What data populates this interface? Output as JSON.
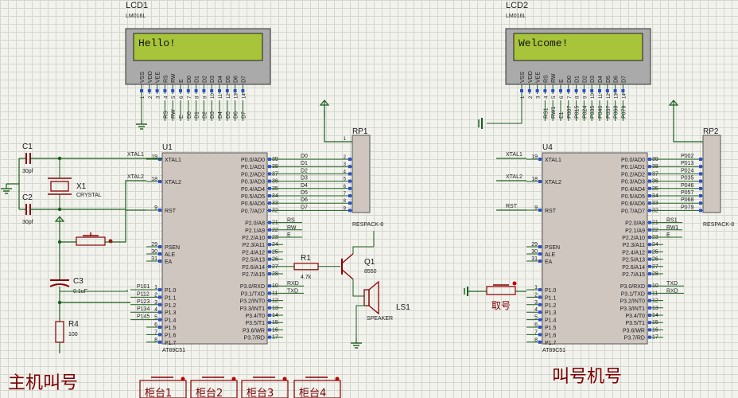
{
  "lcd1": {
    "ref": "LCD1",
    "model": "LM016L",
    "text": "Hello!",
    "pins": [
      "VSS",
      "VDD",
      "VEE",
      "RS",
      "RW",
      "E",
      "D0",
      "D1",
      "D2",
      "D3",
      "D4",
      "D5",
      "D6",
      "D7"
    ],
    "net_labels": [
      "RS",
      "RW",
      "E",
      "D0",
      "D1",
      "D2",
      "D3",
      "D4",
      "D5",
      "D6",
      "D7"
    ]
  },
  "lcd2": {
    "ref": "LCD2",
    "model": "LM016L",
    "text": "Welcome!",
    "pins": [
      "VSS",
      "VDD",
      "VEE",
      "RS",
      "RW",
      "E",
      "D0",
      "D1",
      "D2",
      "D3",
      "D4",
      "D5",
      "D6",
      "D7"
    ],
    "net_labels": [
      "RS1",
      "RW1",
      "E1",
      "P007",
      "P015",
      "P024",
      "P035",
      "P046",
      "P057",
      "P068",
      "P079"
    ]
  },
  "u1": {
    "ref": "U1",
    "part": "AT89C51",
    "left_pins": [
      {
        "num": "19",
        "name": "XTAL1"
      },
      {
        "num": "18",
        "name": "XTAL2"
      },
      {
        "num": "9",
        "name": "RST"
      },
      {
        "num": "29",
        "name": "PSEN"
      },
      {
        "num": "30",
        "name": "ALE"
      },
      {
        "num": "31",
        "name": "EA"
      },
      {
        "num": "1",
        "name": "P1.0"
      },
      {
        "num": "2",
        "name": "P1.1"
      },
      {
        "num": "3",
        "name": "P1.2"
      },
      {
        "num": "4",
        "name": "P1.3"
      },
      {
        "num": "5",
        "name": "P1.4"
      },
      {
        "num": "6",
        "name": "P1.5"
      },
      {
        "num": "7",
        "name": "P1.6"
      },
      {
        "num": "8",
        "name": "P1.7"
      }
    ],
    "right_pins": [
      {
        "num": "39",
        "name": "P0.0/AD0"
      },
      {
        "num": "38",
        "name": "P0.1/AD1"
      },
      {
        "num": "37",
        "name": "P0.2/AD2"
      },
      {
        "num": "36",
        "name": "P0.3/AD3"
      },
      {
        "num": "35",
        "name": "P0.4/AD4"
      },
      {
        "num": "34",
        "name": "P0.5/AD5"
      },
      {
        "num": "33",
        "name": "P0.6/AD6"
      },
      {
        "num": "32",
        "name": "P0.7/AD7"
      },
      {
        "num": "21",
        "name": "P2.0/A8"
      },
      {
        "num": "22",
        "name": "P2.1/A9"
      },
      {
        "num": "23",
        "name": "P2.2/A10"
      },
      {
        "num": "24",
        "name": "P2.3/A11"
      },
      {
        "num": "25",
        "name": "P2.4/A12"
      },
      {
        "num": "26",
        "name": "P2.5/A13"
      },
      {
        "num": "27",
        "name": "P2.6/A14"
      },
      {
        "num": "28",
        "name": "P2.7/A15"
      },
      {
        "num": "10",
        "name": "P3.0/RXD"
      },
      {
        "num": "11",
        "name": "P3.1/TXD"
      },
      {
        "num": "12",
        "name": "P3.2/INT0"
      },
      {
        "num": "13",
        "name": "P3.3/INT1"
      },
      {
        "num": "14",
        "name": "P3.4/T0"
      },
      {
        "num": "15",
        "name": "P3.5/T1"
      },
      {
        "num": "16",
        "name": "P3.6/WR"
      },
      {
        "num": "17",
        "name": "P3.7/RD"
      }
    ],
    "left_wire_labels": [
      "XTAL1",
      "XTAL2"
    ],
    "p1_labels": [
      "P101",
      "P112",
      "P123",
      "P134",
      "P145"
    ],
    "bus_labels": [
      "D0",
      "D1",
      "D2",
      "D3",
      "D4",
      "D5",
      "D6",
      "D7"
    ],
    "p2_labels": [
      "RS",
      "RW",
      "E"
    ],
    "p3_labels": [
      "RXD",
      "TXD"
    ]
  },
  "u4": {
    "ref": "U4",
    "part": "AT89C51",
    "left_wire_labels": [
      "XTAL1",
      "XTAL2",
      "RST"
    ],
    "bus_labels": [
      "P002",
      "P013",
      "P024",
      "P035",
      "P046",
      "P057",
      "P068",
      "P079"
    ],
    "p2_labels": [
      "RS1",
      "RW1",
      "E"
    ],
    "p3_labels": [
      "TXD",
      "RXD"
    ]
  },
  "rp1": {
    "ref": "RP1",
    "part": "RESPACK-8"
  },
  "rp2": {
    "ref": "RP2",
    "part": "RESPACK-8"
  },
  "c1": {
    "ref": "C1",
    "value": "30pf"
  },
  "c2": {
    "ref": "C2",
    "value": "30pf"
  },
  "x1": {
    "ref": "X1",
    "value": "CRYSTAL"
  },
  "c3": {
    "ref": "C3",
    "value": "0.1uF"
  },
  "r4": {
    "ref": "R4",
    "value": "100"
  },
  "r1": {
    "ref": "R1",
    "value": "4.7k"
  },
  "q1": {
    "ref": "Q1",
    "value": "8550"
  },
  "ls1": {
    "ref": "LS1",
    "value": "SPEAKER"
  },
  "labels": {
    "main_caller": "主机叫号",
    "take_number": "取号",
    "counters": [
      "柜台1",
      "柜台2",
      "柜台3",
      "柜台4"
    ],
    "bottom_right_partial": "叫号机号"
  },
  "colors": {
    "wire": "#1a5e1a",
    "component": "#8b0000",
    "chip_fill": "#cfc6c0",
    "lcd_screen": "#a8c43a",
    "lcd_body": "#aaaaaa",
    "pin_dot": "#2b4fd1"
  }
}
